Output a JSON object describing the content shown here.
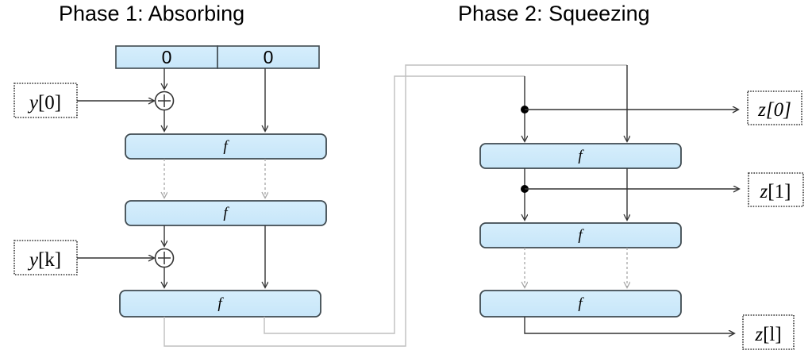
{
  "figure": {
    "type": "diagram",
    "name": "sponge-construction",
    "background": "#ffffff"
  },
  "colors": {
    "block_fill": "#cdeafb",
    "block_stroke": "#3f4a50",
    "solid_line": "#333333",
    "dashed_line": "#a6a6a6",
    "feedback_line": "#bfbfbf",
    "text": "#000000",
    "dot": "#000000"
  },
  "phases": [
    {
      "id": "phase1",
      "title": "Phase 1: Absorbing"
    },
    {
      "id": "phase2",
      "title": "Phase 2: Squeezing"
    }
  ],
  "phase1": {
    "state_cells": [
      {
        "id": "rate",
        "label": "0"
      },
      {
        "id": "capacity",
        "label": "0"
      }
    ],
    "permutations": [
      {
        "id": "f1",
        "label": "f"
      },
      {
        "id": "f2",
        "label": "f"
      },
      {
        "id": "f3",
        "label": "f"
      }
    ],
    "inputs": [
      {
        "id": "y0",
        "label": "y[0]",
        "var": "y",
        "index": "[0]"
      },
      {
        "id": "yk",
        "label": "y[k]",
        "var": "y",
        "index": "[k]"
      }
    ],
    "xor_nodes": [
      {
        "id": "xor-top",
        "label": "+"
      },
      {
        "id": "xor-bottom",
        "label": "+"
      }
    ]
  },
  "phase2": {
    "permutations": [
      {
        "id": "f4",
        "label": "f"
      },
      {
        "id": "f5",
        "label": "f"
      },
      {
        "id": "f6",
        "label": "f"
      }
    ],
    "outputs": [
      {
        "id": "z0",
        "label": "z[0]",
        "var": "z",
        "index": "[0]"
      },
      {
        "id": "z1",
        "label": "z[1]",
        "var": "z",
        "index": "[1]"
      },
      {
        "id": "zl",
        "label": "z[l]",
        "var": "z",
        "index": "[l]"
      }
    ]
  }
}
